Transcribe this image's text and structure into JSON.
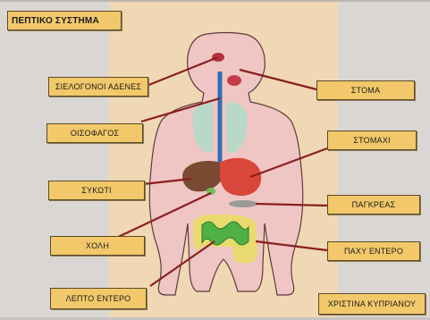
{
  "title": "ΠΕΠΤΙΚΟ ΣΥΣΤΗΜΑ",
  "labels": {
    "salivary_glands": "ΣΙΕΛΟΓΟΝΟΙ ΑΔΕΝΕΣ",
    "mouth": "ΣΤΟΜΑ",
    "esophagus": "ΟΙΣΟΦΑΓΟΣ",
    "stomach": "ΣΤΟΜΑΧΙ",
    "liver": "ΣΥΚΩΤΙ",
    "pancreas": "ΠΑΓΚΡΕΑΣ",
    "bile": "ΧΟΛΗ",
    "large_intestine": "ΠΑΧΥ ΕΝΤΕΡΟ",
    "small_intestine": "ΛΕΠΤΟ ΕΝΤΕΡΟ"
  },
  "author": "ΧΡΙΣΤΙΝΑ ΚΥΠΡΙΑΝΟΥ",
  "colors": {
    "label_fill": "#f2c86a",
    "panel": "#f1d8b4",
    "body": "#f0c6c4",
    "leader_line": "#8a1f1f",
    "liver": "#7a4a32",
    "stomach": "#d9463a",
    "esophagus": "#2f6fb5",
    "small_intestine": "#4fb046",
    "large_intestine": "#e8da6e",
    "lungs": "#b8d8c8",
    "pancreas": "#9a9a9a"
  }
}
